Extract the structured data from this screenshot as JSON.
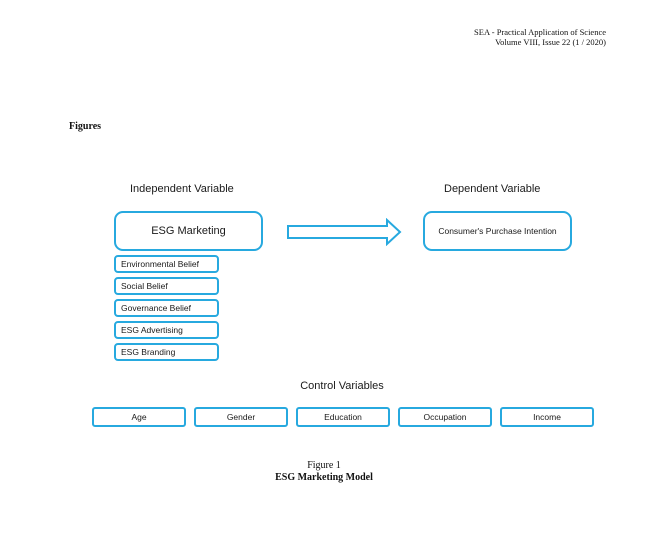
{
  "header": {
    "journal_line1": "SEA - Practical Application of Science",
    "journal_line2": "Volume VIII, Issue 22 (1 / 2020)"
  },
  "section_title": "Figures",
  "diagram": {
    "independent_label": "Independent Variable",
    "dependent_label": "Dependent Variable",
    "independent_box": "ESG Marketing",
    "dependent_box": "Consumer's Purchase Intention",
    "dimensions": [
      "Environmental Belief",
      "Social Belief",
      "Governance Belief",
      "ESG Advertising",
      "ESG Branding"
    ],
    "control_label": "Control Variables",
    "controls": [
      "Age",
      "Gender",
      "Education",
      "Occupation",
      "Income"
    ],
    "box_color": "#27a9df"
  },
  "caption": {
    "figure_number": "Figure 1",
    "figure_title": "ESG Marketing Model"
  }
}
